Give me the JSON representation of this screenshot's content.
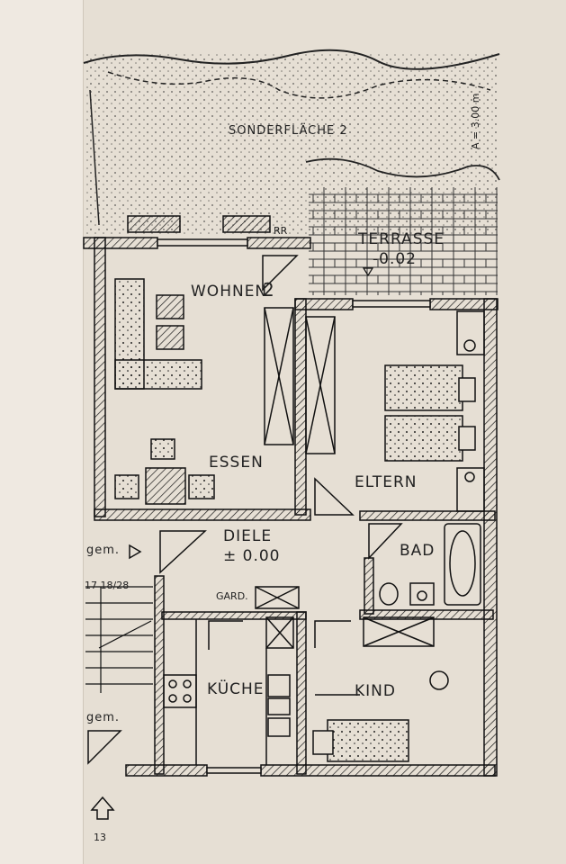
{
  "plan": {
    "garden_label": "SONDERFLÄCHE 2",
    "dimension_label": "A = 3.00 m",
    "terrace_label": "TERRASSE",
    "terrace_level": "-0.02",
    "rr_label": "RR",
    "living_label": "WOHNEN",
    "unit_number": "2",
    "dining_label": "ESSEN",
    "parents_label": "ELTERN",
    "hall_label": "DIELE",
    "hall_level": "± 0.00",
    "bath_label": "BAD",
    "wardrobe_label": "GARD.",
    "kitchen_label": "KÜCHE",
    "child_label": "KIND",
    "gem_label_top": "gem.",
    "gem_label_bottom": "gem.",
    "stair_label": "17 18/28",
    "stair_bottom_label": "13"
  },
  "colors": {
    "ink": "#1a1a1a",
    "paper": "#e6dfd4"
  }
}
